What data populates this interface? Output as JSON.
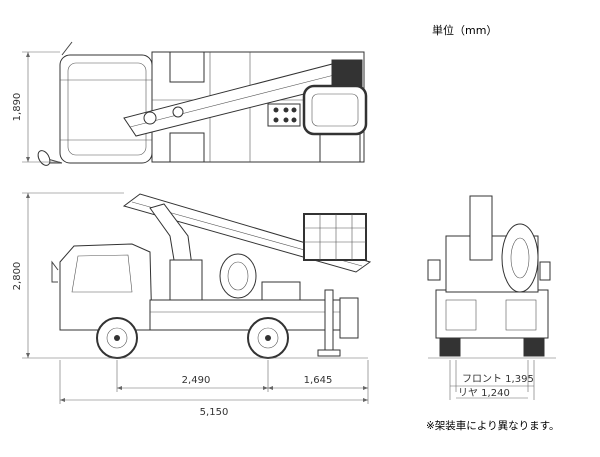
{
  "unit_label": "単位（mm）",
  "note": "※架装車により異なります。",
  "dimensions": {
    "top_width": "1,890",
    "height": "2,800",
    "wheelbase": "2,490",
    "rear_overhang": "1,645",
    "overall_length": "5,150",
    "front_tread": "フロント 1,395",
    "rear_tread": "リヤ 1,240"
  }
}
